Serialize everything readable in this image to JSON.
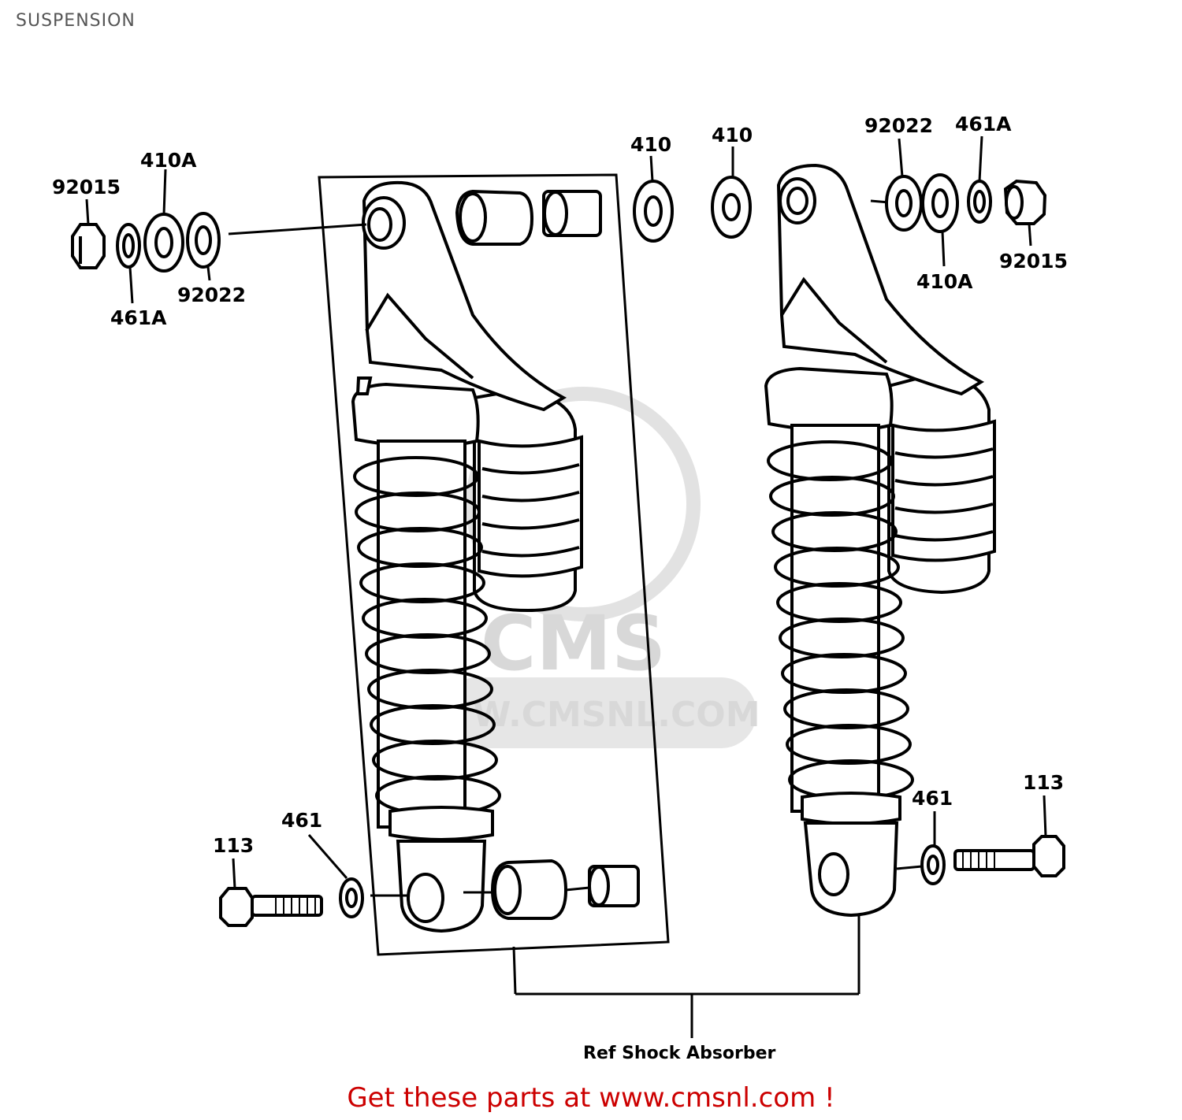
{
  "page": {
    "title": "SUSPENSION"
  },
  "watermark": {
    "brand": "CMS",
    "url": "W.CMSNL.COM"
  },
  "labels": {
    "left_92015": "92015",
    "left_410A": "410A",
    "left_461A": "461A",
    "left_92022": "92022",
    "left_113": "113",
    "left_461": "461",
    "top_410_a": "410",
    "top_410_b": "410",
    "right_92022": "92022",
    "right_461A": "461A",
    "right_92015": "92015",
    "right_410A": "410A",
    "right_461": "461",
    "right_113": "113",
    "ref_shock": "Ref  Shock Absorber"
  },
  "footer": {
    "text": "Get these parts at www.cmsnl.com !"
  },
  "colors": {
    "line": "#000000",
    "footer": "#cc0000",
    "title": "#555555",
    "watermark": "#d8d8d8"
  }
}
